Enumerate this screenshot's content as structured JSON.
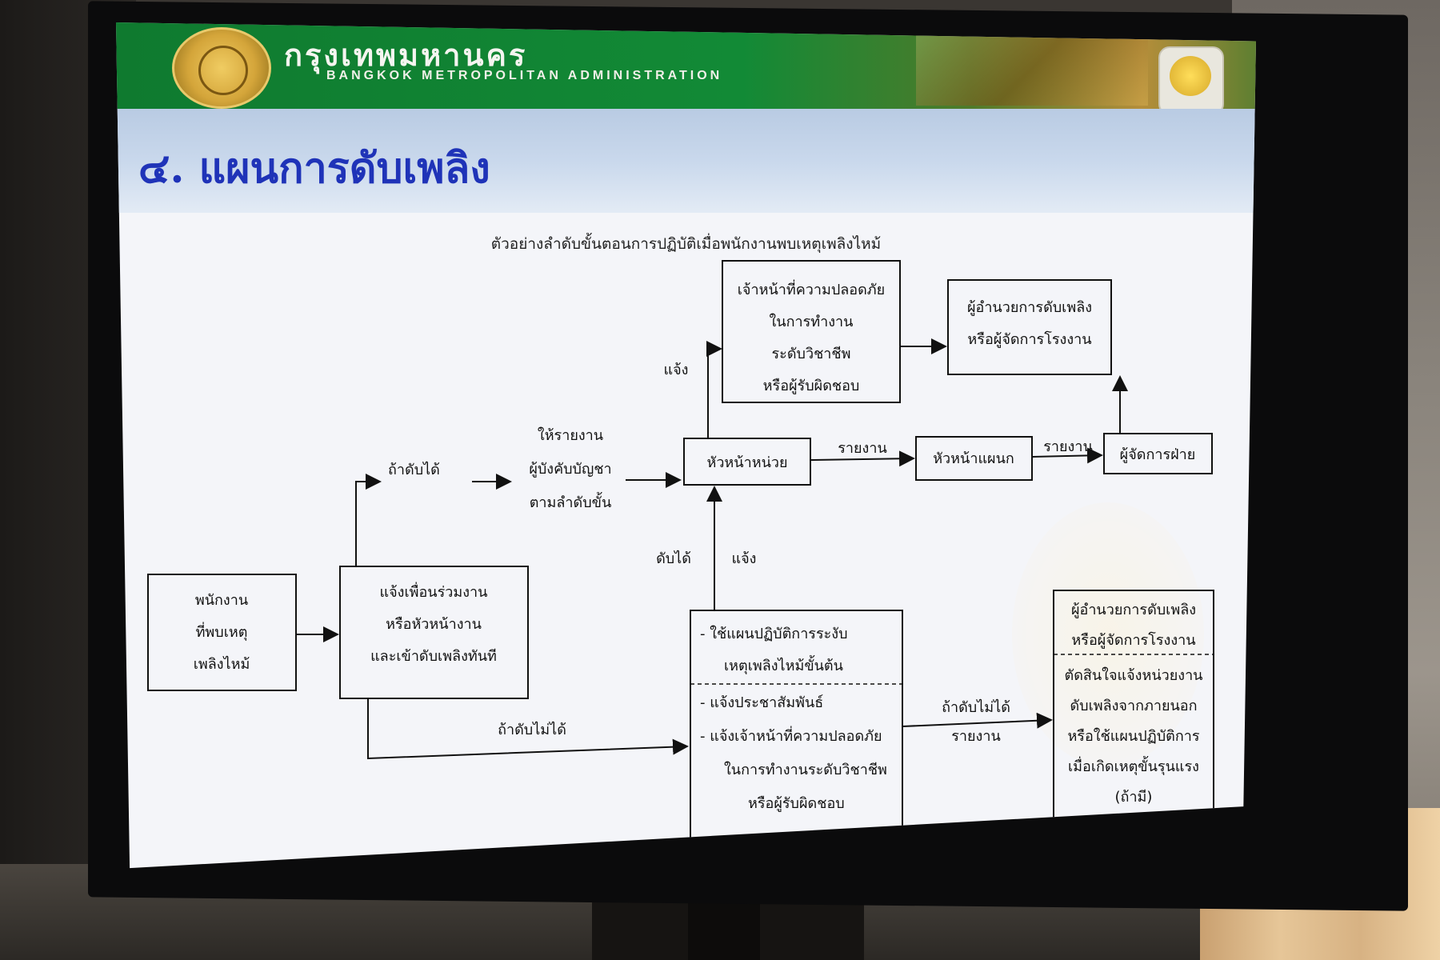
{
  "banner": {
    "name_th": "กรุงเทพมหานคร",
    "name_en": "BANGKOK METROPOLITAN ADMINISTRATION"
  },
  "slide": {
    "title": "๔. แผนการดับเพลิง",
    "subtitle": "ตัวอย่างลำดับขั้นตอนการปฏิบัติเมื่อพนักงานพบเหตุเพลิงไหม้"
  },
  "flowchart": {
    "employee": [
      "พนักงาน",
      "ที่พบเหตุ",
      "เพลิงไหม้"
    ],
    "notify_colleague": [
      "แจ้งเพื่อนร่วมงาน",
      "หรือหัวหน้างาน",
      "และเข้าดับเพลิงทันที"
    ],
    "if_extinguished": "ถ้าดับได้",
    "report_chain": [
      "ให้รายงาน",
      "ผู้บังคับบัญชา",
      "ตามลำดับขั้น"
    ],
    "unit_head": "หัวหน้าหน่วย",
    "notify": "แจ้ง",
    "safety_officer": [
      "เจ้าหน้าที่ความปลอดภัย",
      "ในการทำงาน",
      "ระดับวิชาชีพ",
      "หรือผู้รับผิดชอบ"
    ],
    "fire_director_top": [
      "ผู้อำนวยการดับเพลิง",
      "หรือผู้จัดการโรงงาน"
    ],
    "report": "รายงาน",
    "section_head": "หัวหน้าแผนก",
    "dept_manager": "ผู้จัดการฝ่าย",
    "extinguished": "ดับได้",
    "if_not_extinguished": "ถ้าดับไม่ได้",
    "emergency_plan": [
      "- ใช้แผนปฏิบัติการระงับ",
      "เหตุเพลิงไหม้ขั้นต้น"
    ],
    "emergency_actions": [
      "- แจ้งประชาสัมพันธ์",
      "- แจ้งเจ้าหน้าที่ความปลอดภัย",
      "ในการทำงานระดับวิชาชีพ",
      "หรือผู้รับผิดชอบ"
    ],
    "fire_director_bottom": [
      "ผู้อำนวยการดับเพลิง",
      "หรือผู้จัดการโรงงาน"
    ],
    "external_decision": [
      "ตัดสินใจแจ้งหน่วยงาน",
      "ดับเพลิงจากภายนอก",
      "หรือใช้แผนปฏิบัติการ",
      "เมื่อเกิดเหตุขั้นรุนแรง",
      "(ถ้ามี)"
    ]
  }
}
